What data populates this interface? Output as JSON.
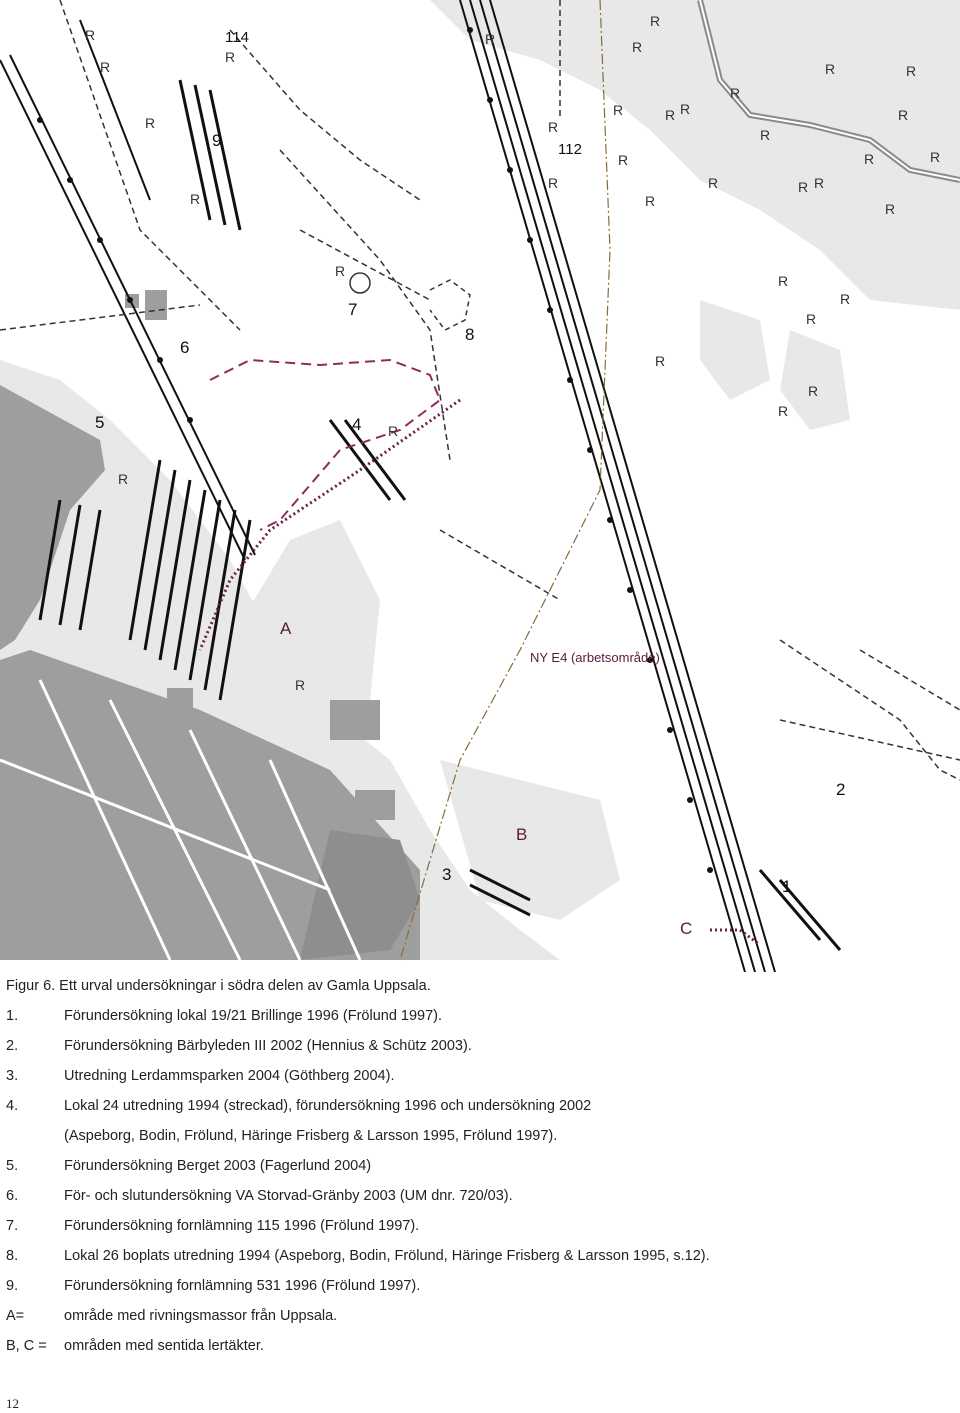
{
  "map": {
    "site_labels": [
      "114",
      "9",
      "112",
      "7",
      "8",
      "6",
      "5",
      "4",
      "A",
      "NY E4 (arbetsområde)",
      "2",
      "B",
      "3",
      "1",
      "C"
    ],
    "r_symbol": "R",
    "colors": {
      "built": "#9e9e9e",
      "land": "#e9e9e9",
      "road": "#8a8a8a",
      "rail": "#111111",
      "boundary": "#8e2c5e",
      "dashdot": "#8a6a3a"
    }
  },
  "caption": "Figur 6. Ett urval undersökningar i södra delen av Gamla Uppsala.",
  "legend": [
    {
      "num": "1.",
      "text": "Förundersökning lokal 19/21 Brillinge 1996 (Frölund 1997)."
    },
    {
      "num": "2.",
      "text": "Förundersökning Bärbyleden III 2002 (Hennius & Schütz 2003)."
    },
    {
      "num": "3.",
      "text": "Utredning Lerdammsparken 2004 (Göthberg 2004)."
    },
    {
      "num": "4.",
      "text": "Lokal 24 utredning 1994 (streckad), förundersökning 1996 och undersökning 2002",
      "text2": "(Aspeborg, Bodin, Frölund, Häringe Frisberg & Larsson 1995, Frölund 1997)."
    },
    {
      "num": "5.",
      "text": "Förundersökning Berget 2003 (Fagerlund 2004)"
    },
    {
      "num": "6.",
      "text": "För- och slutundersökning VA Storvad-Gränby 2003 (UM dnr. 720/03)."
    },
    {
      "num": "7.",
      "text": "Förundersökning fornlämning 115 1996 (Frölund 1997)."
    },
    {
      "num": "8.",
      "text": "Lokal 26 boplats utredning 1994 (Aspeborg, Bodin, Frölund, Häringe Frisberg & Larsson 1995, s.12)."
    },
    {
      "num": "9.",
      "text": "Förundersökning fornlämning 531 1996 (Frölund 1997)."
    },
    {
      "num": "A=",
      "text": "område med rivningsmassor från Uppsala."
    },
    {
      "num": "B, C =",
      "text": "områden med sentida lertäkter."
    }
  ],
  "page_number": "12"
}
